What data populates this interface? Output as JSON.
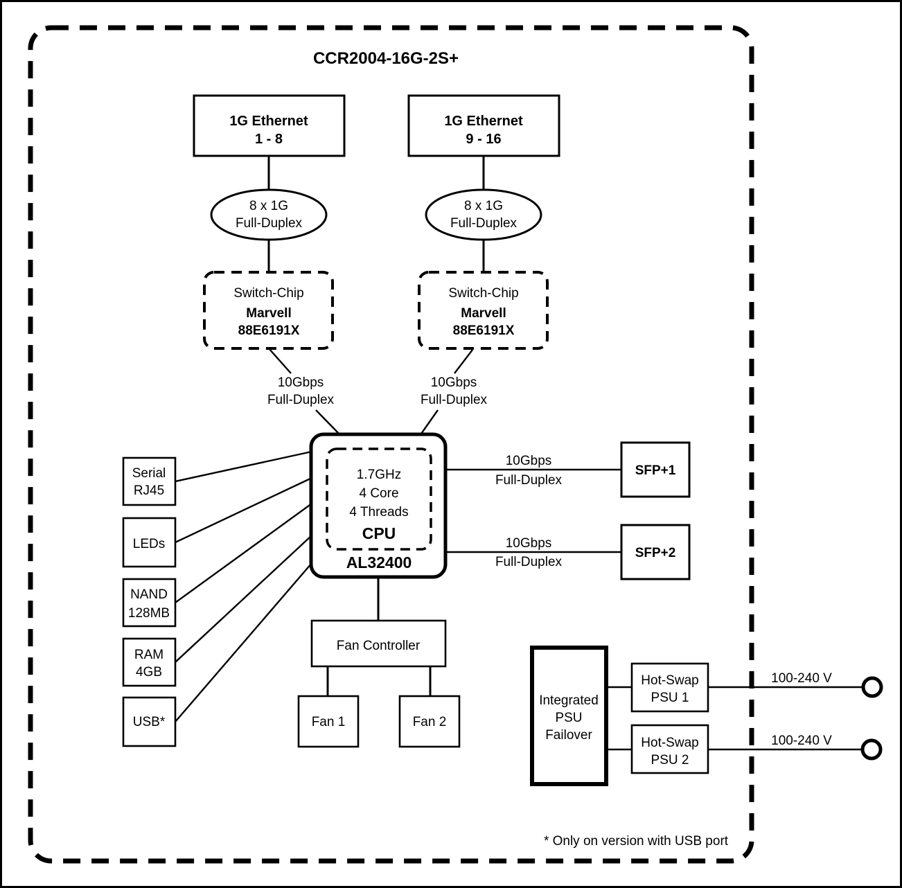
{
  "title": "CCR2004-16G-2S+",
  "footnote": "* Only on version with USB port",
  "colors": {
    "stroke": "#000000",
    "background": "#ffffff"
  },
  "nodes": {
    "eth1": {
      "line1": "1G Ethernet",
      "line2": "1 - 8"
    },
    "eth2": {
      "line1": "1G Ethernet",
      "line2": "9 - 16"
    },
    "phy1": {
      "line1": "8 x 1G",
      "line2": "Full-Duplex"
    },
    "phy2": {
      "line1": "8 x 1G",
      "line2": "Full-Duplex"
    },
    "switch1": {
      "line1": "Switch-Chip",
      "line2": "Marvell",
      "line3": "88E6191X"
    },
    "switch2": {
      "line1": "Switch-Chip",
      "line2": "Marvell",
      "line3": "88E6191X"
    },
    "cpu": {
      "spec1": "1.7GHz",
      "spec2": "4 Core",
      "spec3": "4 Threads",
      "label": "CPU",
      "model": "AL32400"
    },
    "serial": {
      "line1": "Serial",
      "line2": "RJ45"
    },
    "leds": {
      "label": "LEDs"
    },
    "nand": {
      "line1": "NAND",
      "line2": "128MB"
    },
    "ram": {
      "line1": "RAM",
      "line2": "4GB"
    },
    "usb": {
      "label": "USB*"
    },
    "sfp1": {
      "label": "SFP+1"
    },
    "sfp2": {
      "label": "SFP+2"
    },
    "fan_controller": {
      "label": "Fan Controller"
    },
    "fan1": {
      "label": "Fan 1"
    },
    "fan2": {
      "label": "Fan 2"
    },
    "psu_failover": {
      "line1": "Integrated",
      "line2": "PSU",
      "line3": "Failover"
    },
    "psu1": {
      "line1": "Hot-Swap",
      "line2": "PSU 1"
    },
    "psu2": {
      "line1": "Hot-Swap",
      "line2": "PSU 2"
    }
  },
  "links": {
    "switch1_cpu": {
      "line1": "10Gbps",
      "line2": "Full-Duplex"
    },
    "switch2_cpu": {
      "line1": "10Gbps",
      "line2": "Full-Duplex"
    },
    "cpu_sfp1": {
      "line1": "10Gbps",
      "line2": "Full-Duplex"
    },
    "cpu_sfp2": {
      "line1": "10Gbps",
      "line2": "Full-Duplex"
    },
    "ac1": {
      "label": "100-240 V"
    },
    "ac2": {
      "label": "100-240 V"
    }
  }
}
